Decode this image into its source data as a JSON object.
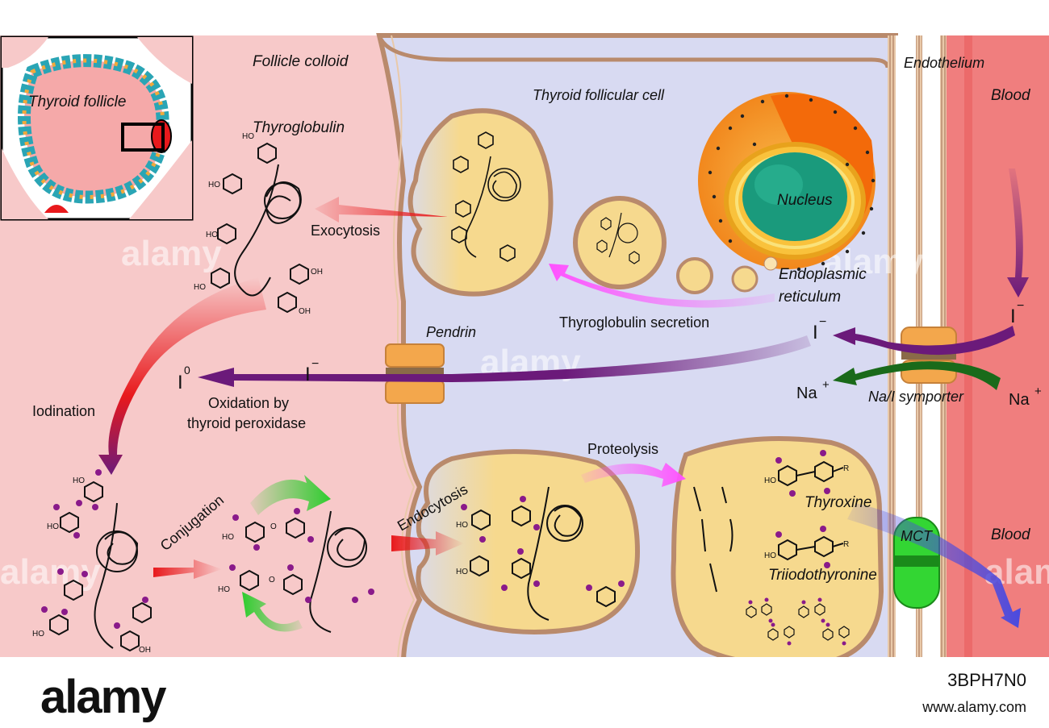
{
  "labels": {
    "follicle_colloid": "Follicle colloid",
    "thyroid_follicle": "Thyroid follicle",
    "thyroglobulin": "Thyroglobulin",
    "exocytosis": "Exocytosis",
    "thyroid_follicular_cell": "Thyroid follicular cell",
    "nucleus": "Nucleus",
    "endoplasmic": "Endoplasmic",
    "reticulum": "reticulum",
    "thyroglobulin_secretion": "Thyroglobulin secretion",
    "endothelium": "Endothelium",
    "blood_top": "Blood",
    "blood_bottom": "Blood",
    "pendrin": "Pendrin",
    "iodine_ion": "I",
    "iodine_ion_charge": "−",
    "iodine_ion_2": "I",
    "iodine_ion_2_charge": "−",
    "iodine_ion_blood": "I",
    "iodine_ion_blood_charge": "−",
    "iodine_zero": "I",
    "iodine_zero_sup": "0",
    "sodium_left": "Na",
    "sodium_left_charge": "+",
    "sodium_right": "Na",
    "sodium_right_charge": "+",
    "na_i_symporter": "Na/I symporter",
    "iodination": "Iodination",
    "oxidation_line1": "Oxidation by",
    "oxidation_line2": "thyroid peroxidase",
    "conjugation": "Conjugation",
    "endocytosis": "Endocytosis",
    "proteolysis": "Proteolysis",
    "thyroxine": "Thyroxine",
    "triiodothyronine": "Triiodothyronine",
    "mct": "MCT",
    "ho": "HO",
    "oh": "OH",
    "r": "R",
    "o": "O"
  },
  "watermark": {
    "text": "alamy",
    "image_id": "3BPH7N0",
    "url": "www.alamy.com"
  },
  "colors": {
    "colloid": "#f7c9c9",
    "cell": "#d8daf2",
    "vesicle": "#f6d98e",
    "membrane": "#b98a6c",
    "blood": "#f07e7e",
    "endothelium": "#ffffff",
    "nucleus": "#1a9a7c",
    "er": "#f49c1c",
    "iodine_arrow": "#6b1a7a",
    "red_arrow": "#e8191c",
    "magenta_arrow": "#ff52ff",
    "green_arrow": "#2ecc2e",
    "na_arrow": "#1a6a1a",
    "blue_arrow": "#4a4adf",
    "transporter_orange": "#f3a74c",
    "mct_green": "#33d633",
    "iodine_atom": "#8a1a8a"
  }
}
